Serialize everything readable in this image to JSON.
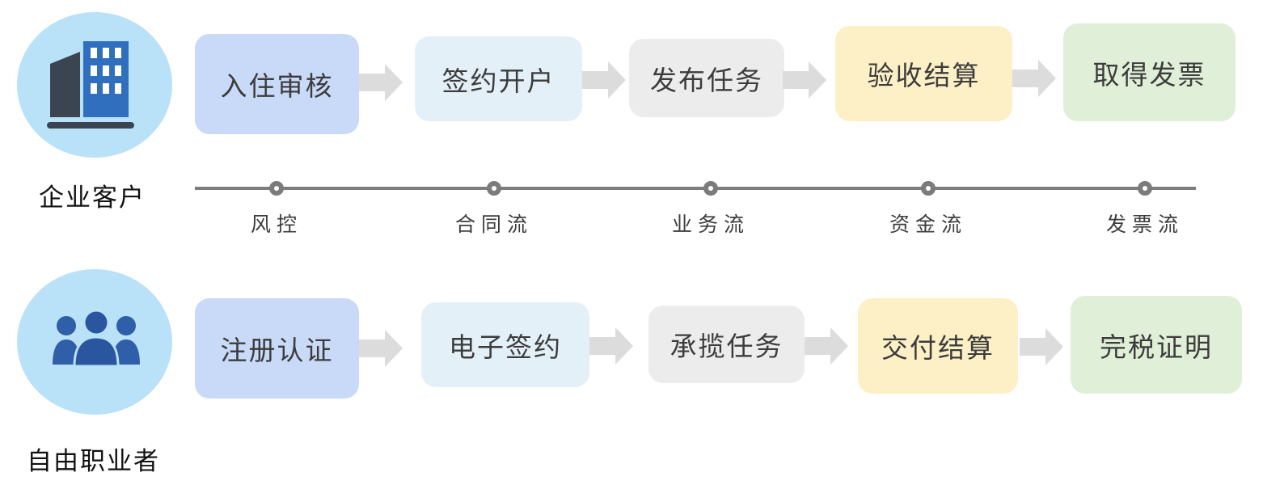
{
  "colors": {
    "avatar_bg": "#b9e1f7",
    "timeline": "#7d7d7d",
    "arrow": "#dcdcdc",
    "step_blue": "#c9daf8",
    "step_light_blue": "#e3f0f8",
    "step_gray": "#ececec",
    "step_yellow": "#fdf0c6",
    "step_green": "#e0efd8"
  },
  "enterprise": {
    "icon": "building-icon",
    "label": "企业客户",
    "steps": [
      "入住审核",
      "签约开户",
      "发布任务",
      "验收结算",
      "取得发票"
    ]
  },
  "timeline": {
    "flows": [
      "风控",
      "合同流",
      "业务流",
      "资金流",
      "发票流"
    ]
  },
  "freelancer": {
    "icon": "people-group-icon",
    "label": "自由职业者",
    "steps": [
      "注册认证",
      "电子签约",
      "承揽任务",
      "交付结算",
      "完税证明"
    ]
  }
}
